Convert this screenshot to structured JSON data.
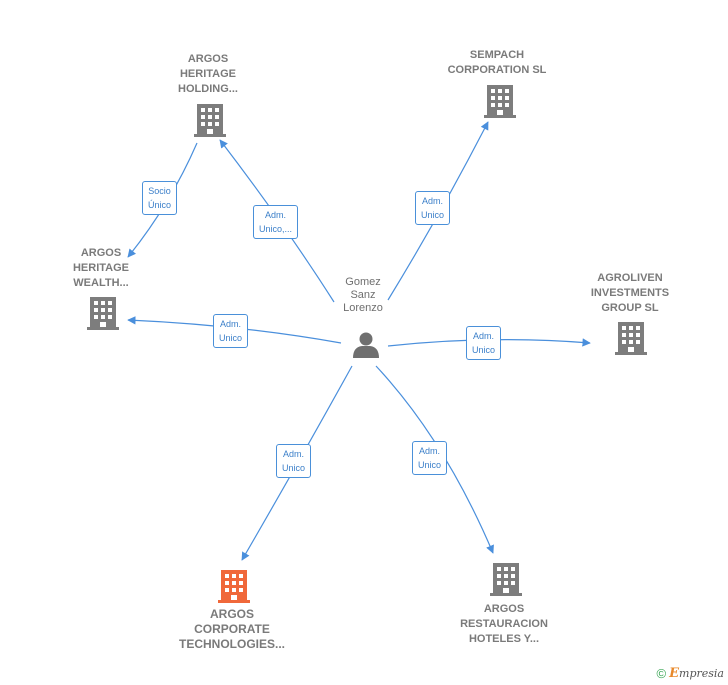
{
  "colors": {
    "edge": "#4a8fdc",
    "building": "#7d7d7d",
    "building_highlight": "#f0683a",
    "person": "#6f6f6f"
  },
  "center": {
    "name_lines": [
      "Gomez",
      "Sanz",
      "Lorenzo"
    ],
    "icon": "person-icon"
  },
  "companies": [
    {
      "id": "argos-heritage-holding",
      "lines": [
        "ARGOS",
        "HERITAGE",
        "HOLDING..."
      ],
      "icon": "building-icon"
    },
    {
      "id": "sempach-corporation",
      "lines": [
        "SEMPACH",
        "CORPORATION SL"
      ],
      "icon": "building-icon"
    },
    {
      "id": "argos-heritage-wealth",
      "lines": [
        "ARGOS",
        "HERITAGE",
        "WEALTH..."
      ],
      "icon": "building-icon"
    },
    {
      "id": "agroliven-investments",
      "lines": [
        "AGROLIVEN",
        "INVESTMENTS",
        "GROUP  SL"
      ],
      "icon": "building-icon"
    },
    {
      "id": "argos-corporate-technologies",
      "lines": [
        "ARGOS",
        "CORPORATE",
        "TECHNOLOGIES..."
      ],
      "icon": "building-icon-highlight"
    },
    {
      "id": "argos-restauracion",
      "lines": [
        "ARGOS",
        "RESTAURACION",
        "HOTELES Y..."
      ],
      "icon": "building-icon"
    }
  ],
  "relations": [
    {
      "id": "rel-holding",
      "lines": [
        "Adm.",
        "Unico,..."
      ]
    },
    {
      "id": "rel-sempach",
      "lines": [
        "Adm.",
        "Unico"
      ]
    },
    {
      "id": "rel-socio",
      "lines": [
        "Socio",
        "Único"
      ]
    },
    {
      "id": "rel-wealth",
      "lines": [
        "Adm.",
        "Unico"
      ]
    },
    {
      "id": "rel-agroliven",
      "lines": [
        "Adm.",
        "Unico"
      ]
    },
    {
      "id": "rel-corporate",
      "lines": [
        "Adm.",
        "Unico"
      ]
    },
    {
      "id": "rel-restauracion",
      "lines": [
        "Adm.",
        "Unico"
      ]
    }
  ],
  "footer": {
    "copyright": "©",
    "brand_initial": "E",
    "brand_rest": "mpresia"
  }
}
